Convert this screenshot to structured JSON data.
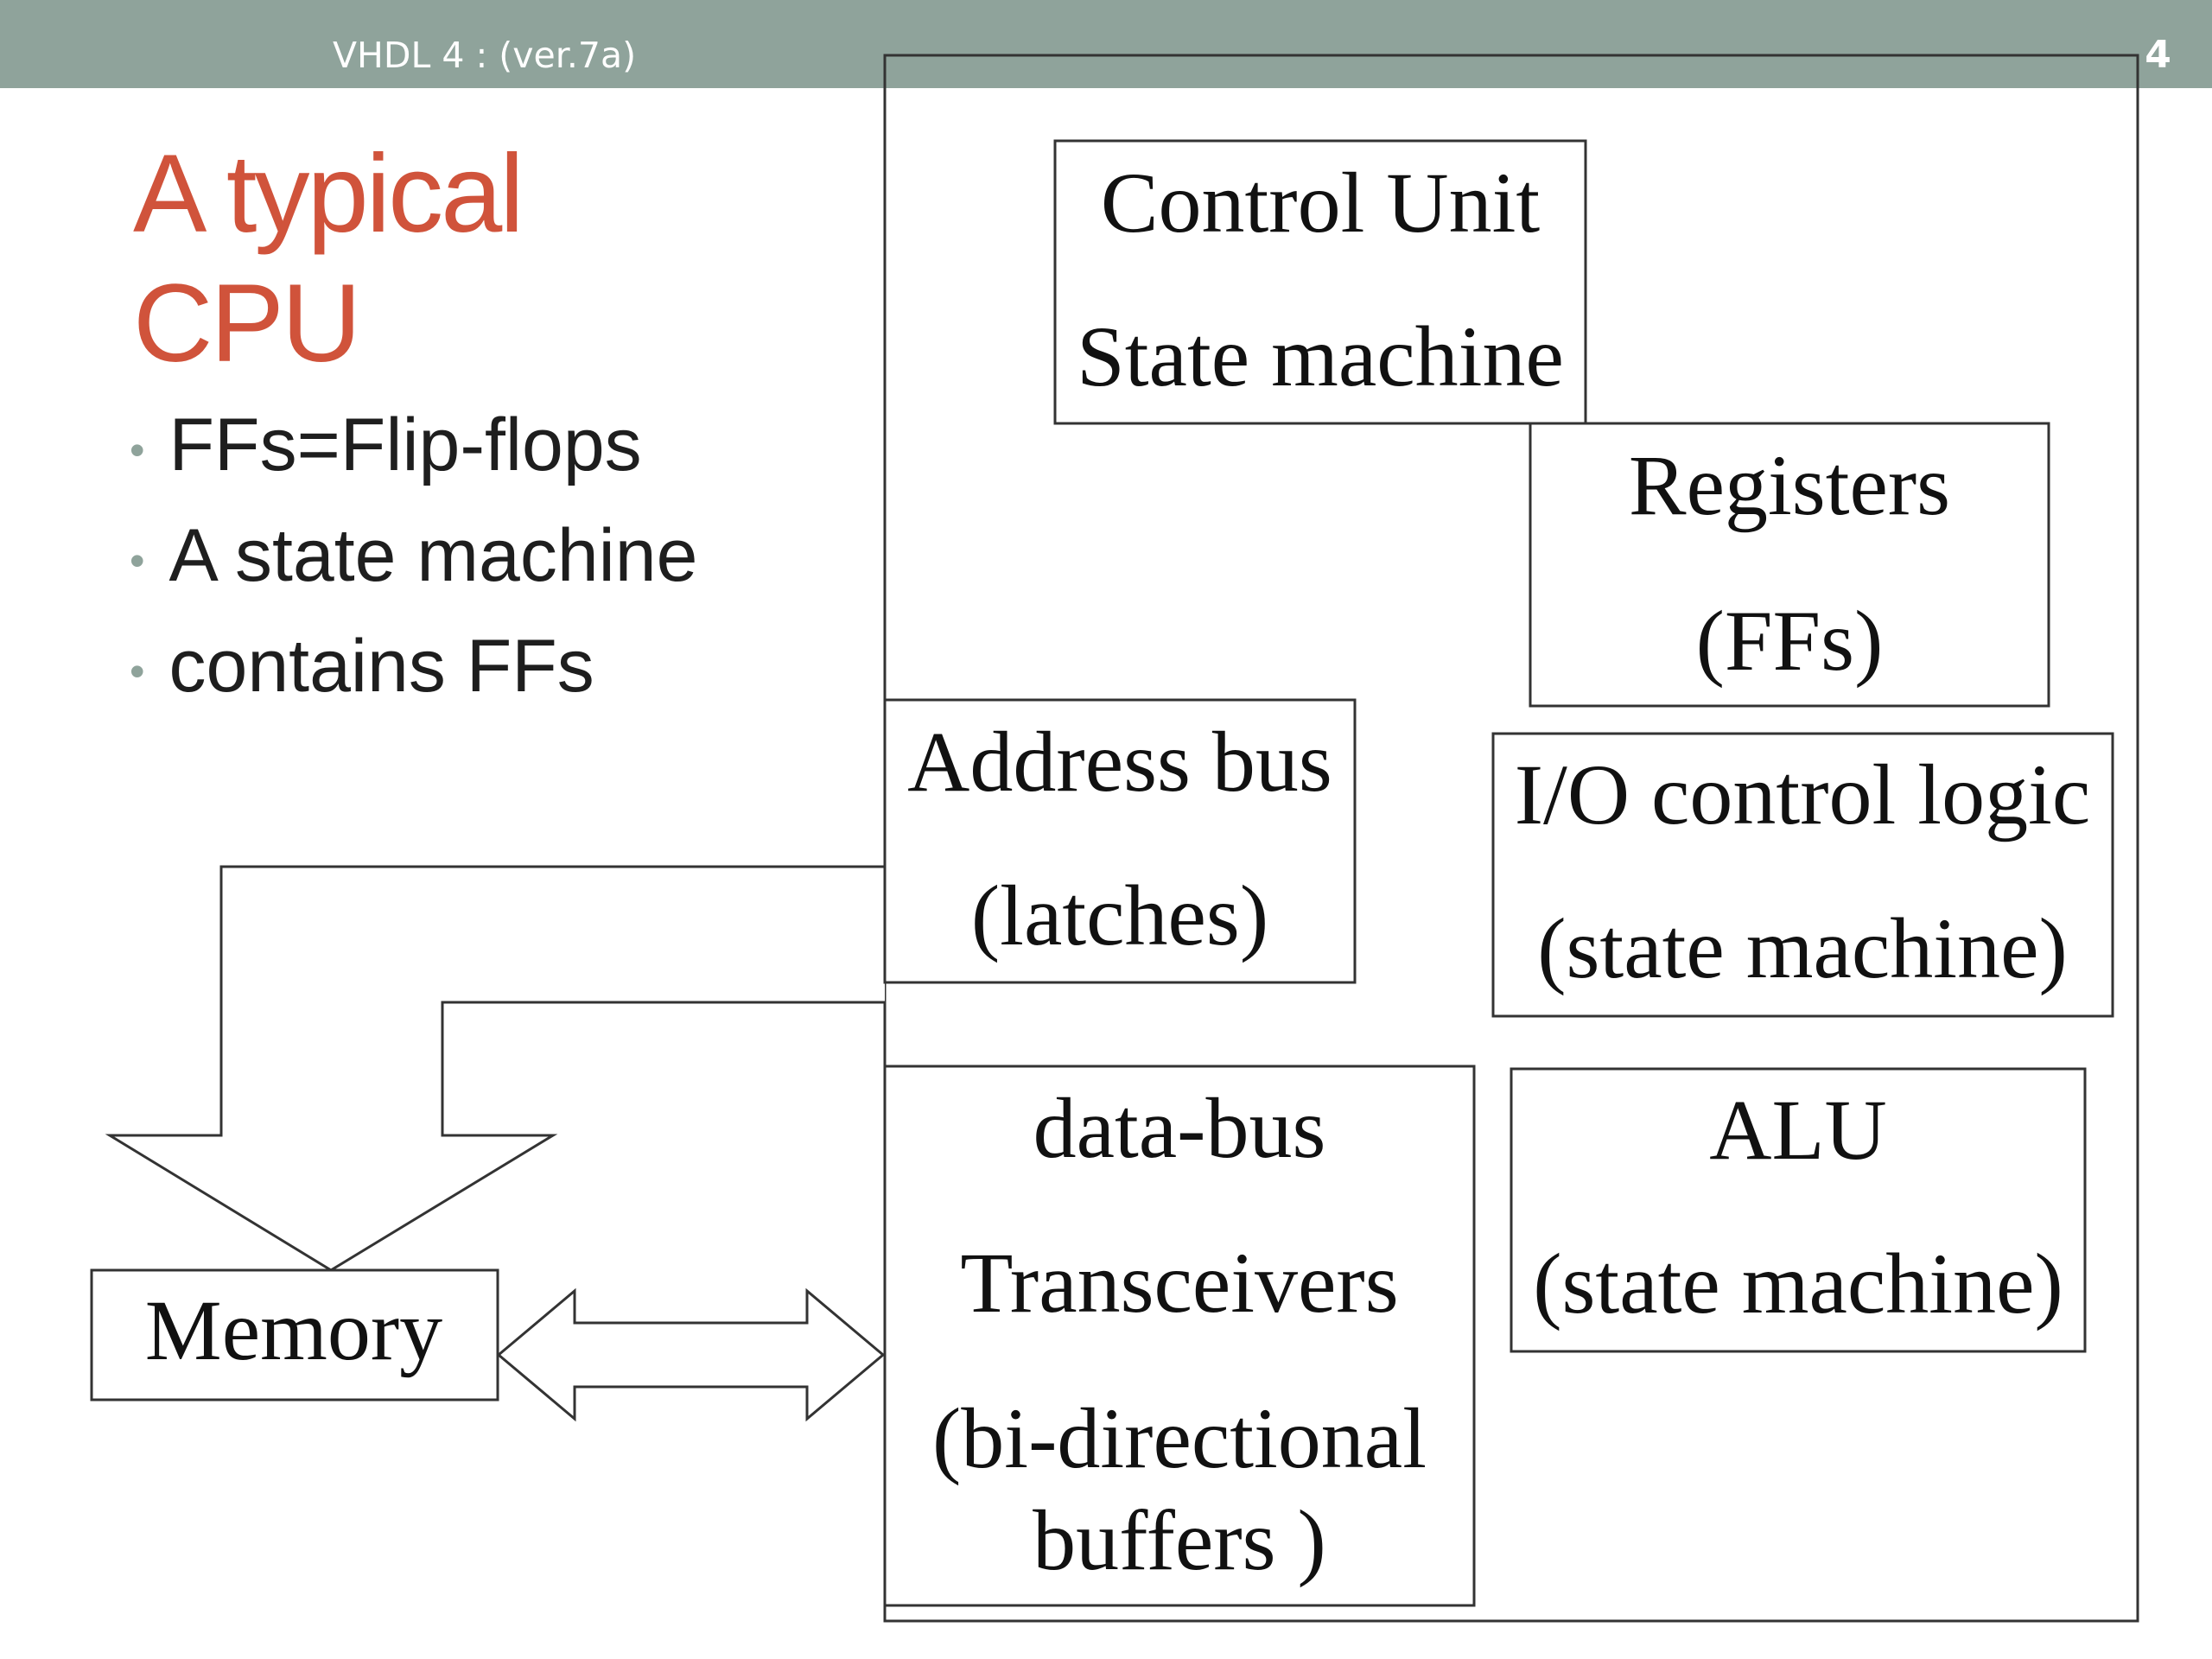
{
  "header": {
    "text": "VHDL 4 : (ver.7a)",
    "page_number": "4"
  },
  "title": "A typical CPU",
  "bullets": [
    "FFs=Flip-flops",
    "A state machine",
    "contains FFs"
  ],
  "diagram": {
    "control_unit": [
      "Control Unit",
      "State machine"
    ],
    "registers": [
      "Registers",
      "(FFs)"
    ],
    "address_bus": [
      "Address bus",
      "(latches)"
    ],
    "io_control": [
      "I/O control logic",
      "(state machine)"
    ],
    "data_bus": [
      "data-bus",
      "Transceivers",
      "(bi-directional",
      "buffers )"
    ],
    "alu": [
      "ALU",
      "(state machine)"
    ],
    "memory": "Memory"
  }
}
